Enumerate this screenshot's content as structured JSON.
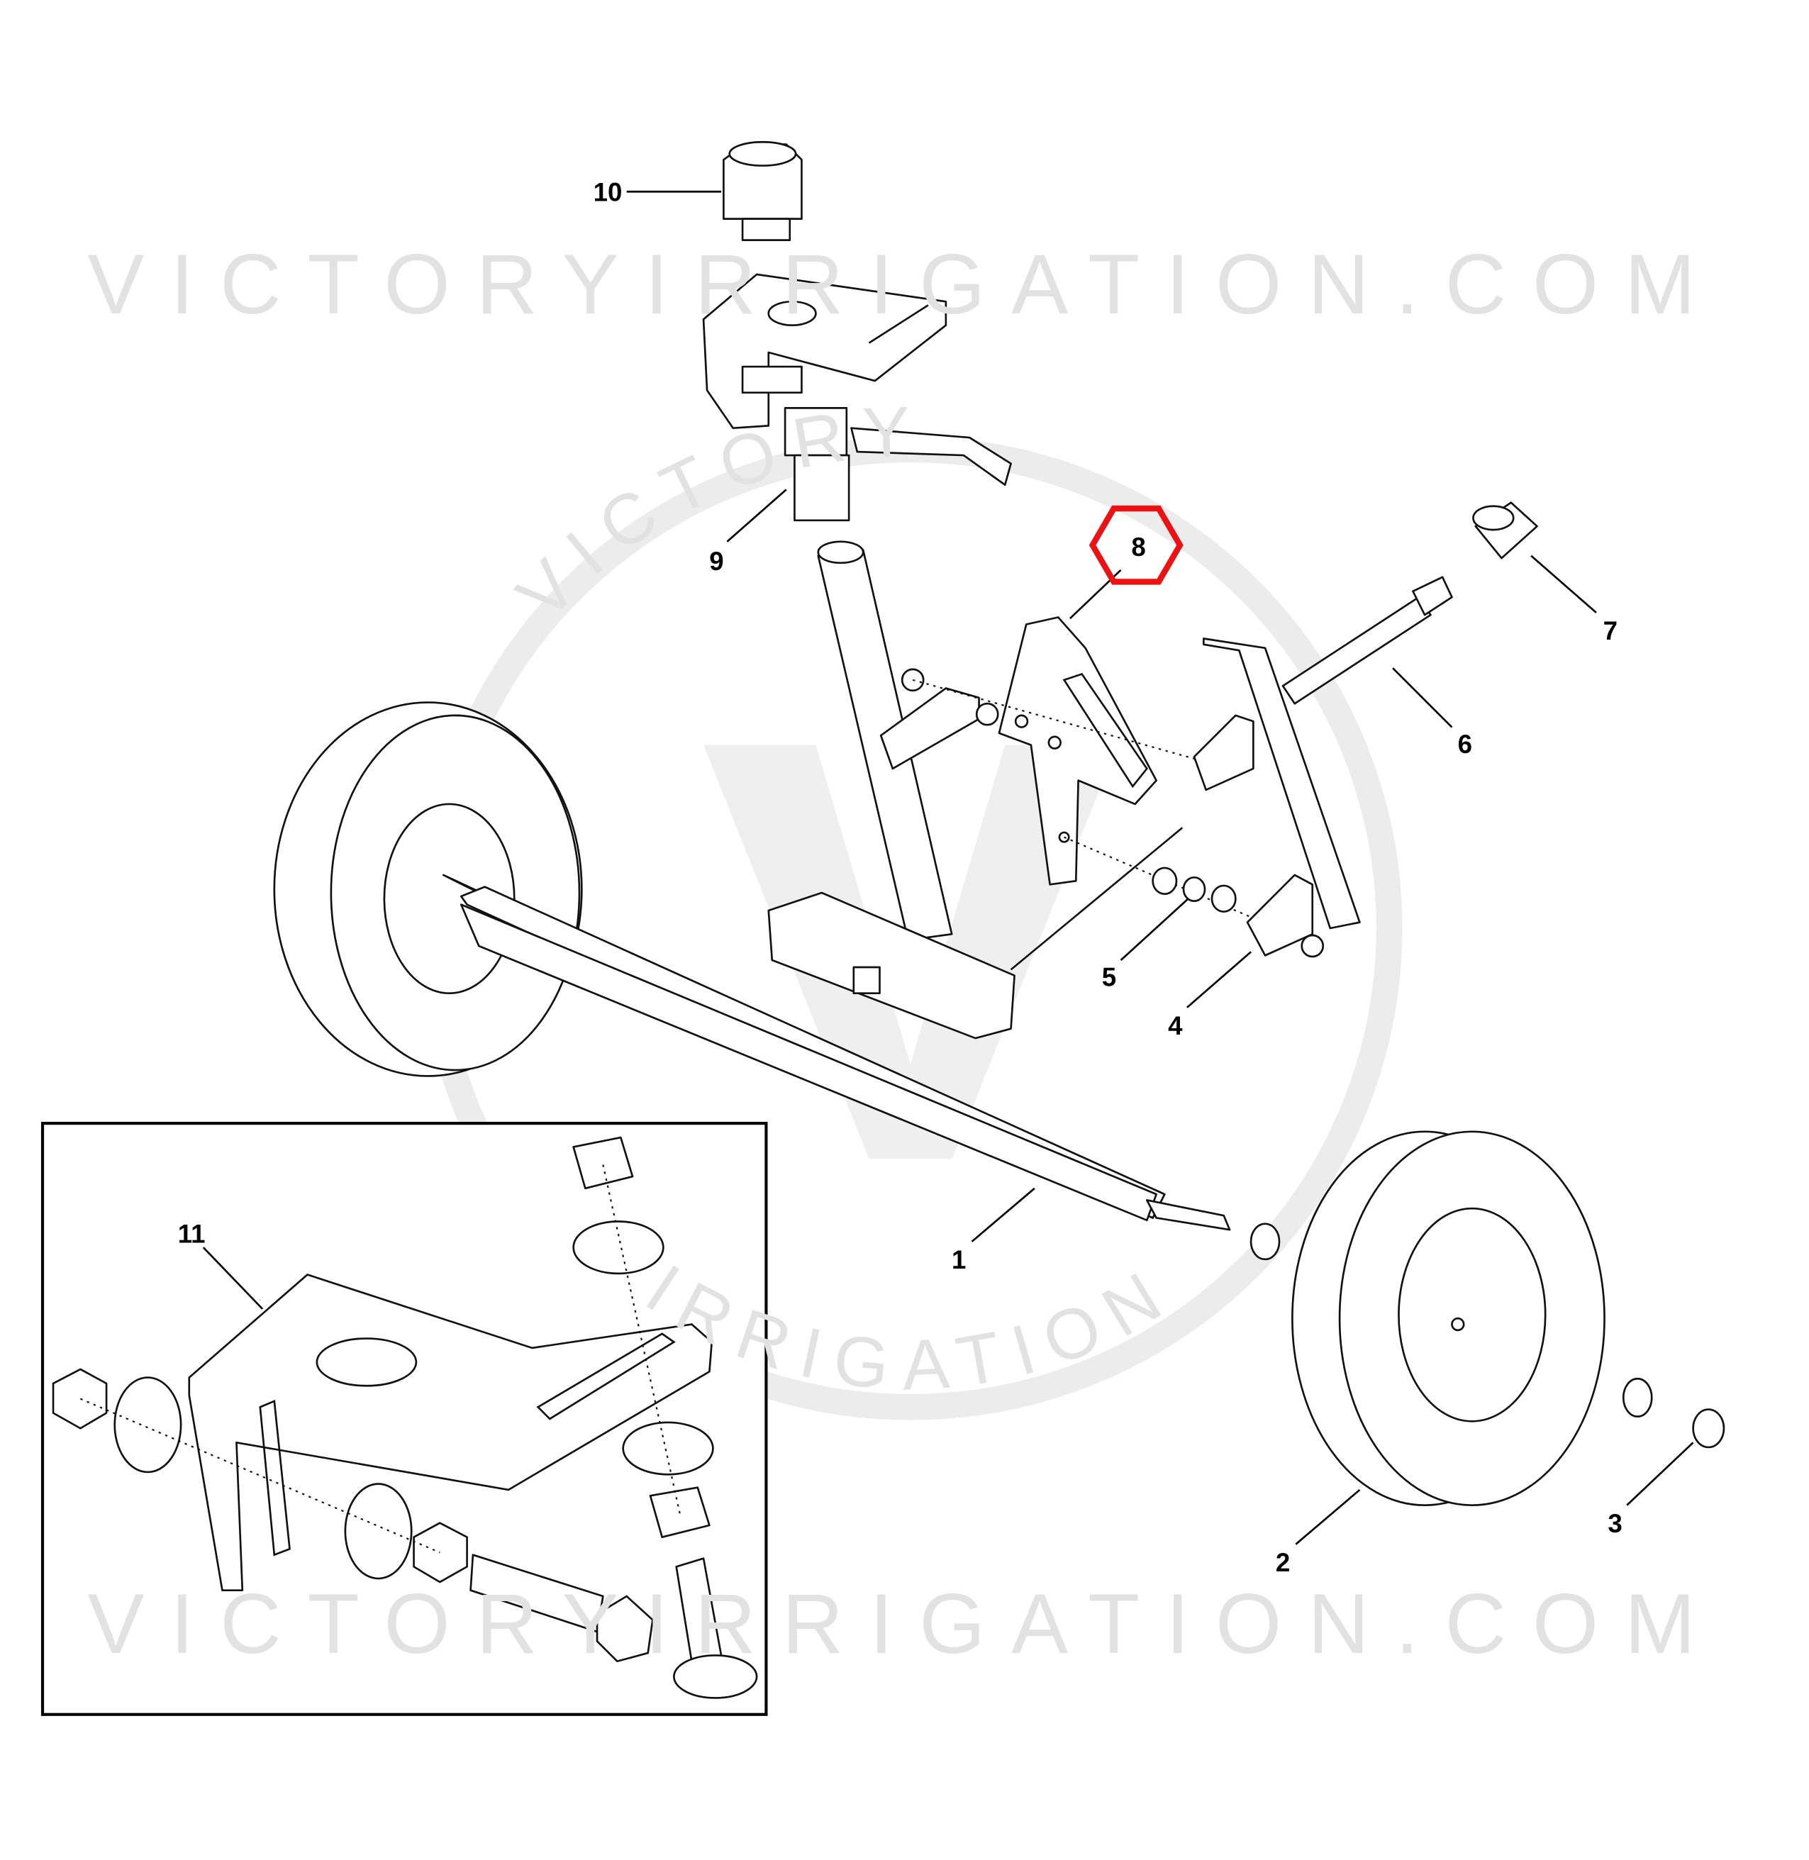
{
  "watermark": {
    "text": "VICTORYIRRIGATION.COM",
    "logo_top": "VICTORY",
    "logo_bottom": "IRRIGATION",
    "logo_letter": "V"
  },
  "highlight_color": "#ee1111",
  "highlighted_part": "8",
  "callouts": [
    {
      "id": "1",
      "label": "1"
    },
    {
      "id": "2",
      "label": "2"
    },
    {
      "id": "3",
      "label": "3"
    },
    {
      "id": "4",
      "label": "4"
    },
    {
      "id": "5",
      "label": "5"
    },
    {
      "id": "6",
      "label": "6"
    },
    {
      "id": "7",
      "label": "7"
    },
    {
      "id": "8",
      "label": "8"
    },
    {
      "id": "9",
      "label": "9"
    },
    {
      "id": "10",
      "label": "10"
    },
    {
      "id": "11",
      "label": "11"
    }
  ]
}
